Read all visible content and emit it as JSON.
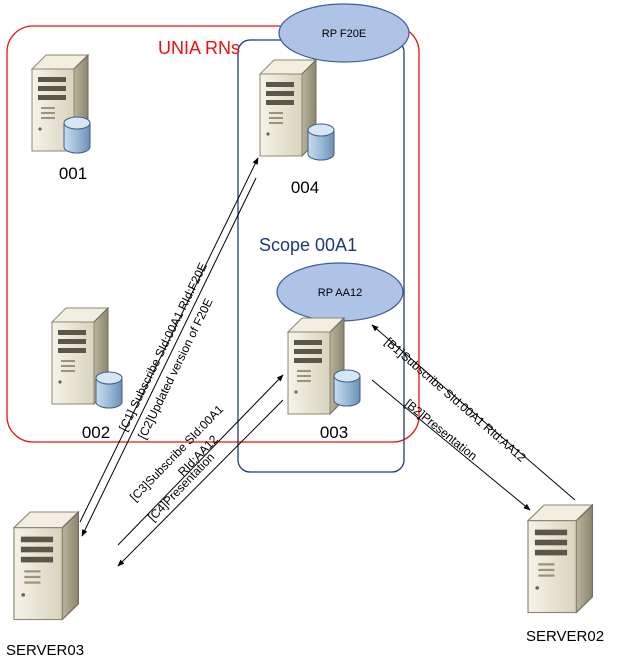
{
  "groups": {
    "unia": {
      "label": "UNIA RNs",
      "color": "#ee1111"
    },
    "scope": {
      "label": "Scope 00A1",
      "color": "#1f3a7a"
    }
  },
  "rps": {
    "rp1": {
      "label": "RP F20E"
    },
    "rp2": {
      "label": "RP AA12"
    }
  },
  "nodes": {
    "n001": {
      "label": "001",
      "icon": "server-database-icon"
    },
    "n002": {
      "label": "002",
      "icon": "server-database-icon"
    },
    "n003": {
      "label": "003",
      "icon": "server-database-icon"
    },
    "n004": {
      "label": "004",
      "icon": "server-database-icon"
    },
    "server02": {
      "label": "SERVER02",
      "icon": "server-icon"
    },
    "server03": {
      "label": "SERVER03",
      "icon": "server-icon"
    }
  },
  "edges": {
    "c1": "[C1] Subscribe SId:00A1 RId:F20E",
    "c2": "[C2]Updated version of F20E",
    "c3a": "[C3]Subscribe SId:00A1",
    "c3b": "RId:AA12",
    "c4": "[C4]Presentation",
    "b1": "[B1]Subscribe SId:00A1 RId:AA12",
    "b2": "[B2]Presentation"
  },
  "colors": {
    "rp_fill": "#aec3e6",
    "rp_stroke": "#3b5b9a",
    "server_body": "#e9e5d3",
    "server_dark": "#6f6a5a",
    "disk": "#9bbbd9"
  }
}
